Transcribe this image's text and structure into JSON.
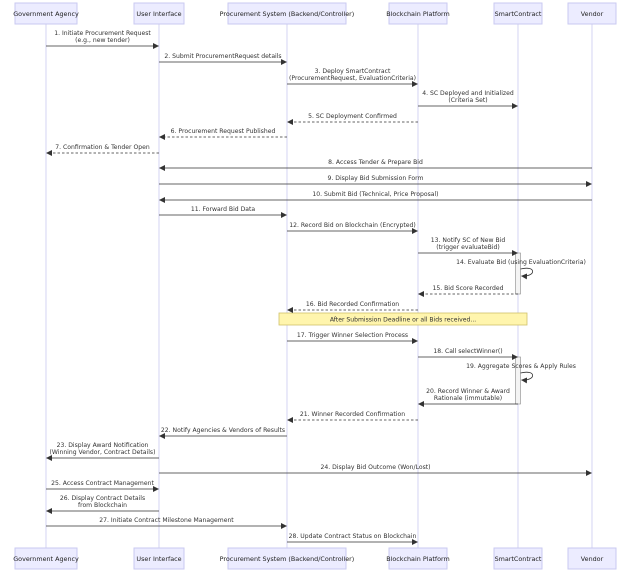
{
  "actors": [
    {
      "id": "gov",
      "label": "Government Agency"
    },
    {
      "id": "ui",
      "label": "User Interface"
    },
    {
      "id": "ps",
      "label": "Procurement System (Backend/Controller)"
    },
    {
      "id": "bc",
      "label": "Blockchain Platform"
    },
    {
      "id": "sc",
      "label": "SmartContract"
    },
    {
      "id": "vendor",
      "label": "Vendor"
    }
  ],
  "messages": [
    {
      "from": "gov",
      "to": "ui",
      "lines": [
        "1. Initiate Procurement Request",
        "(e.g., new tender)"
      ],
      "style": "solid"
    },
    {
      "from": "ui",
      "to": "ps",
      "lines": [
        "2. Submit ProcurementRequest details"
      ],
      "style": "solid"
    },
    {
      "from": "ps",
      "to": "bc",
      "lines": [
        "3. Deploy SmartContract",
        "(ProcurementRequest, EvaluationCriteria)"
      ],
      "style": "solid"
    },
    {
      "from": "bc",
      "to": "sc",
      "lines": [
        "4. SC Deployed and Initialized",
        "(Criteria Set)"
      ],
      "style": "solid"
    },
    {
      "from": "bc",
      "to": "ps",
      "lines": [
        "5. SC Deployment Confirmed"
      ],
      "style": "dashed"
    },
    {
      "from": "ps",
      "to": "ui",
      "lines": [
        "6. Procurement Request Published"
      ],
      "style": "dashed"
    },
    {
      "from": "ui",
      "to": "gov",
      "lines": [
        "7. Confirmation & Tender Open"
      ],
      "style": "dashed"
    },
    {
      "from": "vendor",
      "to": "ui",
      "lines": [
        "8. Access Tender & Prepare Bid"
      ],
      "style": "solid"
    },
    {
      "from": "ui",
      "to": "vendor",
      "lines": [
        "9. Display Bid Submission Form"
      ],
      "style": "solid"
    },
    {
      "from": "vendor",
      "to": "ui",
      "lines": [
        "10. Submit Bid (Technical, Price Proposal)"
      ],
      "style": "solid"
    },
    {
      "from": "ui",
      "to": "ps",
      "lines": [
        "11. Forward Bid Data"
      ],
      "style": "solid"
    },
    {
      "from": "ps",
      "to": "bc",
      "lines": [
        "12. Record Bid on Blockchain (Encrypted)"
      ],
      "style": "solid"
    },
    {
      "from": "bc",
      "to": "sc",
      "lines": [
        "13. Notify SC of New Bid",
        "(trigger evaluateBid)"
      ],
      "style": "solid"
    },
    {
      "from": "sc",
      "to": "sc",
      "lines": [
        "14. Evaluate Bid (using EvaluationCriteria)"
      ],
      "style": "self"
    },
    {
      "from": "sc",
      "to": "bc",
      "lines": [
        "15. Bid Score Recorded"
      ],
      "style": "dashed"
    },
    {
      "from": "bc",
      "to": "ps",
      "lines": [
        "16. Bid Recorded Confirmation"
      ],
      "style": "dashed"
    },
    {
      "from": "ps",
      "to": "bc",
      "lines": [
        "17. Trigger Winner Selection Process"
      ],
      "style": "solid"
    },
    {
      "from": "bc",
      "to": "sc",
      "lines": [
        "18. Call selectWinner()"
      ],
      "style": "solid"
    },
    {
      "from": "sc",
      "to": "sc",
      "lines": [
        "19. Aggregate Scores & Apply Rules"
      ],
      "style": "self"
    },
    {
      "from": "sc",
      "to": "bc",
      "lines": [
        "20. Record Winner & Award",
        "Rationale (immutable)"
      ],
      "style": "solid"
    },
    {
      "from": "bc",
      "to": "ps",
      "lines": [
        "21. Winner Recorded Confirmation"
      ],
      "style": "dashed"
    },
    {
      "from": "ps",
      "to": "ui",
      "lines": [
        "22. Notify Agencies & Vendors of Results"
      ],
      "style": "solid"
    },
    {
      "from": "ui",
      "to": "gov",
      "lines": [
        "23. Display Award Notification",
        "(Winning Vendor, Contract Details)"
      ],
      "style": "solid"
    },
    {
      "from": "ui",
      "to": "vendor",
      "lines": [
        "24. Display Bid Outcome (Won/Lost)"
      ],
      "style": "solid"
    },
    {
      "from": "gov",
      "to": "ui",
      "lines": [
        "25. Access Contract Management"
      ],
      "style": "solid"
    },
    {
      "from": "ui",
      "to": "gov",
      "lines": [
        "26. Display Contract Details",
        "from Blockchain"
      ],
      "style": "solid"
    },
    {
      "from": "gov",
      "to": "ps",
      "lines": [
        "27. Initiate Contract Milestone Management"
      ],
      "style": "solid"
    },
    {
      "from": "ps",
      "to": "bc",
      "lines": [
        "28. Update Contract Status on Blockchain"
      ],
      "style": "solid"
    }
  ],
  "note": {
    "text": "After Submission Deadline or all Bids received..."
  }
}
